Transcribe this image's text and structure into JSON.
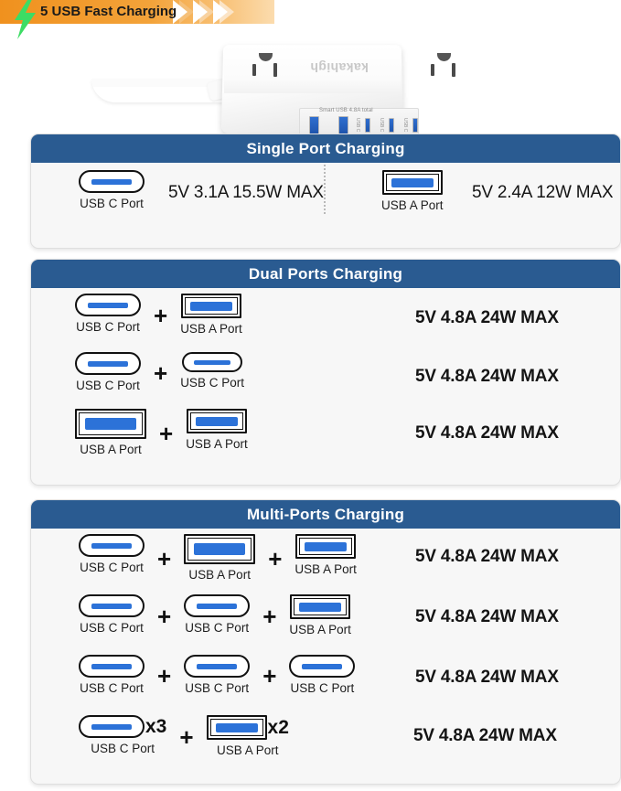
{
  "banner": {
    "title": "5 USB Fast Charging",
    "bolt_icon": "lightning-bolt-icon",
    "bolt_color": "#3ddc64",
    "bar_color_start": "#f0911e",
    "chevron_color": "#f5c079"
  },
  "product": {
    "brand": "kakahigh",
    "usb_panel_label": "Smart USB 4.8A total",
    "port_tags": [
      "USB C",
      "USB C",
      "USB C"
    ],
    "alt": "white power strip with 2 AC outlets and 5 USB ports"
  },
  "theme": {
    "header_blue": "#2a5b91",
    "port_blue": "#2c72d8",
    "card_bg": "#f7f7f7"
  },
  "labels": {
    "usb_c": "USB C Port",
    "usb_a": "USB A Port",
    "plus": "+",
    "x3": "x3",
    "x2": "x2"
  },
  "sections": [
    {
      "title": "Single Port Charging",
      "rows": [
        {
          "entries": [
            {
              "type": "c",
              "label": "USB C Port",
              "size": "md"
            }
          ],
          "spec": "5V 3.1A 15.5W MAX",
          "divider_after": true
        },
        {
          "entries": [
            {
              "type": "a",
              "label": "USB A Port",
              "size": "md"
            }
          ],
          "spec": "5V 2.4A 12W MAX"
        }
      ]
    },
    {
      "title": "Dual Ports Charging",
      "rows": [
        {
          "entries": [
            {
              "type": "c",
              "label": "USB C Port",
              "size": "md"
            },
            {
              "type": "plus"
            },
            {
              "type": "a",
              "label": "USB A Port",
              "size": "md"
            }
          ],
          "spec": "5V 4.8A 24W MAX"
        },
        {
          "entries": [
            {
              "type": "c",
              "label": "USB C Port",
              "size": "md"
            },
            {
              "type": "plus"
            },
            {
              "type": "c",
              "label": "USB C Port",
              "size": "sm"
            }
          ],
          "spec": "5V 4.8A 24W MAX"
        },
        {
          "entries": [
            {
              "type": "a",
              "label": "USB A Port",
              "size": "lg"
            },
            {
              "type": "plus"
            },
            {
              "type": "a",
              "label": "USB A Port",
              "size": "md"
            }
          ],
          "spec": "5V 4.8A 24W MAX"
        }
      ]
    },
    {
      "title": "Multi-Ports Charging",
      "rows": [
        {
          "entries": [
            {
              "type": "c",
              "label": "USB C Port",
              "size": "md"
            },
            {
              "type": "plus"
            },
            {
              "type": "a",
              "label": "USB A Port",
              "size": "lg"
            },
            {
              "type": "plus"
            },
            {
              "type": "a",
              "label": "USB A Port",
              "size": "md"
            }
          ],
          "spec": "5V 4.8A 24W MAX"
        },
        {
          "entries": [
            {
              "type": "c",
              "label": "USB C Port",
              "size": "md"
            },
            {
              "type": "plus"
            },
            {
              "type": "c",
              "label": "USB C Port",
              "size": "md"
            },
            {
              "type": "plus"
            },
            {
              "type": "a",
              "label": "USB A Port",
              "size": "md"
            }
          ],
          "spec": "5V 4.8A 24W MAX"
        },
        {
          "entries": [
            {
              "type": "c",
              "label": "USB C Port",
              "size": "md"
            },
            {
              "type": "plus"
            },
            {
              "type": "c",
              "label": "USB C Port",
              "size": "md"
            },
            {
              "type": "plus"
            },
            {
              "type": "c",
              "label": "USB C Port",
              "size": "md"
            }
          ],
          "spec": "5V 4.8A 24W MAX"
        },
        {
          "entries": [
            {
              "type": "c",
              "label": "USB C Port",
              "size": "md",
              "mult": "x3"
            },
            {
              "type": "plus"
            },
            {
              "type": "a",
              "label": "USB A Port",
              "size": "md",
              "mult": "x2"
            }
          ],
          "spec": "5V 4.8A 24W MAX"
        }
      ]
    }
  ]
}
